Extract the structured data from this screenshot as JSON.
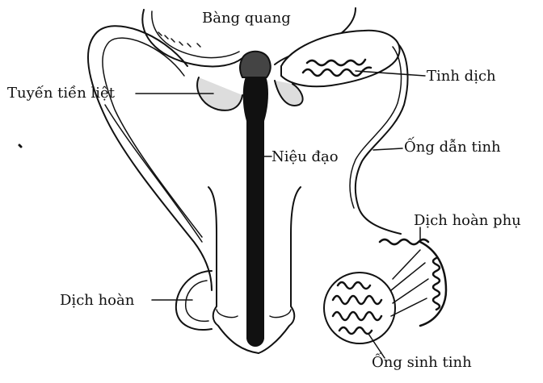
{
  "labels": {
    "bladder": "Bàng quang",
    "prostate": "Tuyến tiền liệt",
    "semen": "Tinh dịch",
    "vas_deferens": "Ống dẫn tinh",
    "urethra": "Niệu đạo",
    "epididymis": "Dịch hoàn phụ",
    "testis": "Dịch hoàn",
    "seminiferous_tubules": "Ống sinh tinh"
  },
  "colors": {
    "ink": "#111111",
    "background": "#ffffff"
  }
}
